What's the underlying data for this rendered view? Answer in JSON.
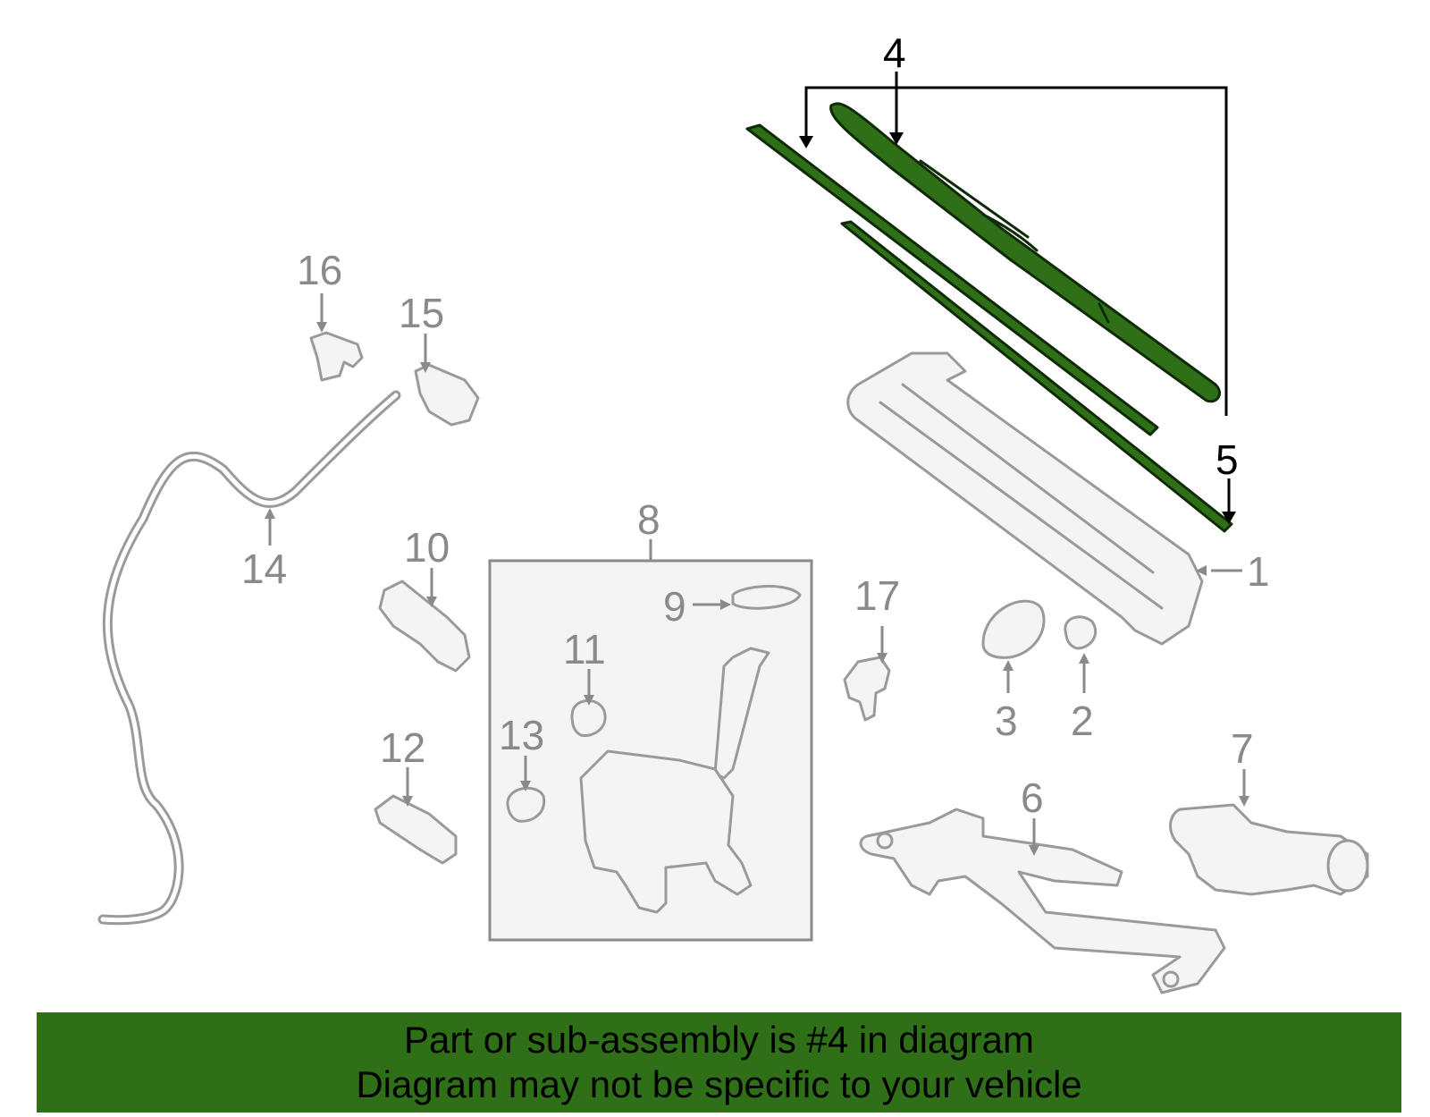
{
  "callouts": [
    {
      "id": "1",
      "label": "1"
    },
    {
      "id": "2",
      "label": "2"
    },
    {
      "id": "3",
      "label": "3"
    },
    {
      "id": "4",
      "label": "4"
    },
    {
      "id": "5",
      "label": "5"
    },
    {
      "id": "6",
      "label": "6"
    },
    {
      "id": "7",
      "label": "7"
    },
    {
      "id": "8",
      "label": "8"
    },
    {
      "id": "9",
      "label": "9"
    },
    {
      "id": "10",
      "label": "10"
    },
    {
      "id": "11",
      "label": "11"
    },
    {
      "id": "12",
      "label": "12"
    },
    {
      "id": "13",
      "label": "13"
    },
    {
      "id": "14",
      "label": "14"
    },
    {
      "id": "15",
      "label": "15"
    },
    {
      "id": "16",
      "label": "16"
    },
    {
      "id": "17",
      "label": "17"
    }
  ],
  "highlight": {
    "part_number": "4",
    "color": "#2f6f17"
  },
  "banner": {
    "line1": "Part or sub-assembly is #4 in diagram",
    "line2": "Diagram may not be specific to your vehicle"
  }
}
